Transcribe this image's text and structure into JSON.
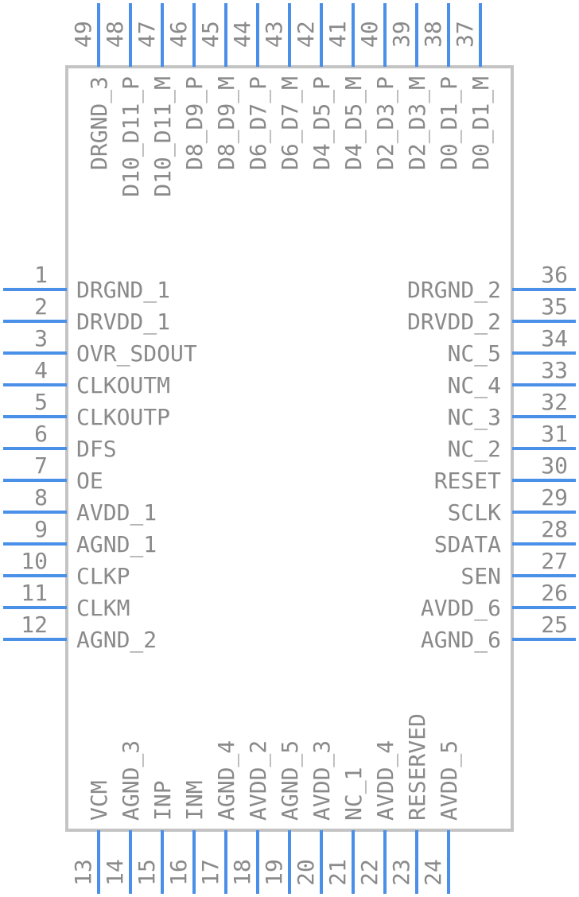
{
  "component": {
    "pins_left": [
      {
        "num": "1",
        "label": "DRGND_1"
      },
      {
        "num": "2",
        "label": "DRVDD_1"
      },
      {
        "num": "3",
        "label": "OVR_SDOUT"
      },
      {
        "num": "4",
        "label": "CLKOUTM"
      },
      {
        "num": "5",
        "label": "CLKOUTP"
      },
      {
        "num": "6",
        "label": "DFS"
      },
      {
        "num": "7",
        "label": "OE"
      },
      {
        "num": "8",
        "label": "AVDD_1"
      },
      {
        "num": "9",
        "label": "AGND_1"
      },
      {
        "num": "10",
        "label": "CLKP"
      },
      {
        "num": "11",
        "label": "CLKM"
      },
      {
        "num": "12",
        "label": "AGND_2"
      }
    ],
    "pins_right": [
      {
        "num": "36",
        "label": "DRGND_2"
      },
      {
        "num": "35",
        "label": "DRVDD_2"
      },
      {
        "num": "34",
        "label": "NC_5"
      },
      {
        "num": "33",
        "label": "NC_4"
      },
      {
        "num": "32",
        "label": "NC_3"
      },
      {
        "num": "31",
        "label": "NC_2"
      },
      {
        "num": "30",
        "label": "RESET"
      },
      {
        "num": "29",
        "label": "SCLK"
      },
      {
        "num": "28",
        "label": "SDATA"
      },
      {
        "num": "27",
        "label": "SEN"
      },
      {
        "num": "26",
        "label": "AVDD_6"
      },
      {
        "num": "25",
        "label": "AGND_6"
      }
    ],
    "pins_top": [
      {
        "num": "49",
        "label": "DRGND_3"
      },
      {
        "num": "48",
        "label": "D10_D11_P"
      },
      {
        "num": "47",
        "label": "D10_D11_M"
      },
      {
        "num": "46",
        "label": "D8_D9_P"
      },
      {
        "num": "45",
        "label": "D8_D9_M"
      },
      {
        "num": "44",
        "label": "D6_D7_P"
      },
      {
        "num": "43",
        "label": "D6_D7_M"
      },
      {
        "num": "42",
        "label": "D4_D5_P"
      },
      {
        "num": "41",
        "label": "D4_D5_M"
      },
      {
        "num": "40",
        "label": "D2_D3_P"
      },
      {
        "num": "39",
        "label": "D2_D3_M"
      },
      {
        "num": "38",
        "label": "D0_D1_P"
      },
      {
        "num": "37",
        "label": "D0_D1_M"
      }
    ],
    "pins_bottom": [
      {
        "num": "13",
        "label": "VCM"
      },
      {
        "num": "14",
        "label": "AGND_3"
      },
      {
        "num": "15",
        "label": "INP"
      },
      {
        "num": "16",
        "label": "INM"
      },
      {
        "num": "17",
        "label": "AGND_4"
      },
      {
        "num": "18",
        "label": "AVDD_2"
      },
      {
        "num": "19",
        "label": "AGND_5"
      },
      {
        "num": "20",
        "label": "AVDD_3"
      },
      {
        "num": "21",
        "label": "NC_1"
      },
      {
        "num": "22",
        "label": "AVDD_4"
      },
      {
        "num": "23",
        "label": "RESERVED"
      },
      {
        "num": "24",
        "label": "AVDD_5"
      }
    ]
  },
  "colors": {
    "pin": "#4a8fe8",
    "text": "#8a8a8a",
    "body_outline": "#c4c4c4"
  }
}
